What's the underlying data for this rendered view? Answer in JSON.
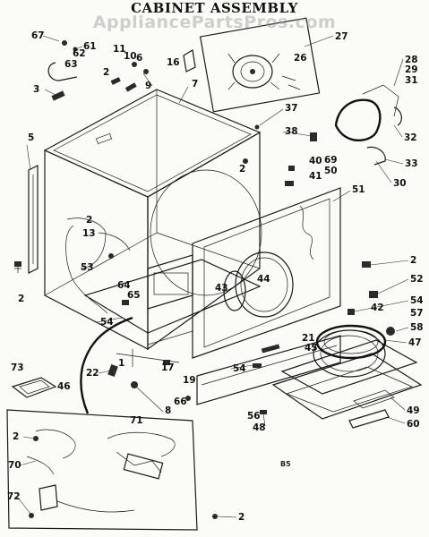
{
  "diagram": {
    "title": "CABINET ASSEMBLY",
    "watermark": "AppliancePartsPros.com",
    "corner_code": "B5",
    "callouts": [
      {
        "id": "c67",
        "label": "67"
      },
      {
        "id": "c61",
        "label": "61"
      },
      {
        "id": "c62",
        "label": "62"
      },
      {
        "id": "c63",
        "label": "63"
      },
      {
        "id": "c11",
        "label": "11"
      },
      {
        "id": "c10",
        "label": "10"
      },
      {
        "id": "c6",
        "label": "6"
      },
      {
        "id": "c16",
        "label": "16"
      },
      {
        "id": "c3",
        "label": "3"
      },
      {
        "id": "c2a",
        "label": "2"
      },
      {
        "id": "c9",
        "label": "9"
      },
      {
        "id": "c7",
        "label": "7"
      },
      {
        "id": "c27",
        "label": "27"
      },
      {
        "id": "c26",
        "label": "26"
      },
      {
        "id": "c28",
        "label": "28"
      },
      {
        "id": "c29",
        "label": "29"
      },
      {
        "id": "c31",
        "label": "31"
      },
      {
        "id": "c37",
        "label": "37"
      },
      {
        "id": "c32",
        "label": "32"
      },
      {
        "id": "c5",
        "label": "5"
      },
      {
        "id": "c38",
        "label": "38"
      },
      {
        "id": "c2b",
        "label": "2"
      },
      {
        "id": "c40",
        "label": "40"
      },
      {
        "id": "c69",
        "label": "69"
      },
      {
        "id": "c50",
        "label": "50"
      },
      {
        "id": "c33",
        "label": "33"
      },
      {
        "id": "c41",
        "label": "41"
      },
      {
        "id": "c30",
        "label": "30"
      },
      {
        "id": "c51",
        "label": "51"
      },
      {
        "id": "c2c",
        "label": "2"
      },
      {
        "id": "c13",
        "label": "13"
      },
      {
        "id": "c53",
        "label": "53"
      },
      {
        "id": "c2d",
        "label": "2"
      },
      {
        "id": "c2e",
        "label": "2"
      },
      {
        "id": "c43",
        "label": "43"
      },
      {
        "id": "c44",
        "label": "44"
      },
      {
        "id": "c64",
        "label": "64"
      },
      {
        "id": "c65",
        "label": "65"
      },
      {
        "id": "c52",
        "label": "52"
      },
      {
        "id": "c54a",
        "label": "54"
      },
      {
        "id": "c54b",
        "label": "54"
      },
      {
        "id": "c42",
        "label": "42"
      },
      {
        "id": "c57",
        "label": "57"
      },
      {
        "id": "c58",
        "label": "58"
      },
      {
        "id": "c21",
        "label": "21"
      },
      {
        "id": "c45",
        "label": "45"
      },
      {
        "id": "c47",
        "label": "47"
      },
      {
        "id": "c54c",
        "label": "54"
      },
      {
        "id": "c1",
        "label": "1"
      },
      {
        "id": "c22",
        "label": "22"
      },
      {
        "id": "c17",
        "label": "17"
      },
      {
        "id": "c19",
        "label": "19"
      },
      {
        "id": "c73",
        "label": "73"
      },
      {
        "id": "c46",
        "label": "46"
      },
      {
        "id": "c8",
        "label": "8"
      },
      {
        "id": "c66",
        "label": "66"
      },
      {
        "id": "c56",
        "label": "56"
      },
      {
        "id": "c49",
        "label": "49"
      },
      {
        "id": "c48",
        "label": "48"
      },
      {
        "id": "c60",
        "label": "60"
      },
      {
        "id": "c71",
        "label": "71"
      },
      {
        "id": "c2f",
        "label": "2"
      },
      {
        "id": "c70",
        "label": "70"
      },
      {
        "id": "c72",
        "label": "72"
      },
      {
        "id": "c2g",
        "label": "2"
      }
    ]
  }
}
